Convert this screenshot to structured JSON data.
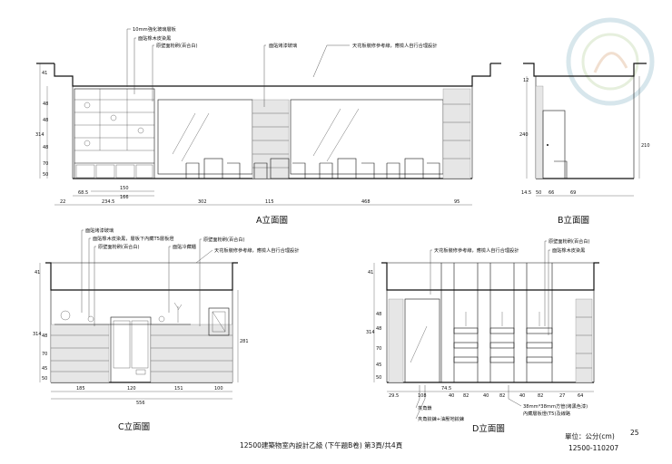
{
  "elevation_a": {
    "labels": [
      "10mm強化玻璃層板",
      "面貼橡木皮染黑",
      "原壁面粉刷(百合白)",
      "面貼烤漆玻璃",
      "天花板裝修參考線，應檢人自行合理設計"
    ],
    "title": "A立面圖",
    "dims_h": [
      "22",
      "68.5",
      "150",
      "166",
      "234.5",
      "302",
      "115",
      "468",
      "95"
    ],
    "dims_v": [
      "41",
      "48",
      "48",
      "314",
      "48",
      "70",
      "50"
    ]
  },
  "elevation_b": {
    "title": "B立面圖",
    "dims_h": [
      "14.5",
      "50",
      "66",
      "69"
    ],
    "dims_v": [
      "12",
      "240",
      "210"
    ]
  },
  "elevation_c": {
    "labels": [
      "面貼烤漆玻璃",
      "面貼橡木皮染黑，層板下內藏T5層板燈",
      "原壁面粉刷(百合白)",
      "面貼冷藏櫃",
      "原壁面粉刷(百合白)",
      "天花板裝修參考線，應檢人自行合理設計"
    ],
    "title": "C立面圖",
    "dims_h": [
      "185",
      "120",
      "151",
      "100",
      "556"
    ],
    "dims_v": [
      "41",
      "314",
      "281",
      "48",
      "70",
      "45",
      "50"
    ]
  },
  "elevation_d": {
    "labels": [
      "天花板裝修參考線，應檢人自行合理設計",
      "原壁面粉刷(百合白)",
      "面貼橡木皮染黑"
    ],
    "callouts": [
      "夾角鎖",
      "夾角鉸鍊+油壓地鉸鍊",
      "38mm*38mm方管(烤黑色漆)",
      "內藏層板燈(T5)及線路"
    ],
    "title": "D立面圖",
    "dims_h": [
      "29.5",
      "108",
      "74.5",
      "40",
      "82",
      "40",
      "82",
      "40",
      "82",
      "27",
      "64"
    ],
    "dims_v": [
      "41",
      "314",
      "48",
      "48",
      "70",
      "45",
      "50"
    ]
  },
  "footer": {
    "sheet_title": "12500建築物室內設計乙級 (下午題B卷) 第3頁/共4頁",
    "page_number": "25",
    "unit": "單位：公分(cm)",
    "code": "12500-110207"
  },
  "colors": {
    "line": "#111111",
    "stone_fill": "#e6e6e6",
    "background": "#ffffff"
  },
  "icons": [
    "watermark-seal-icon"
  ]
}
